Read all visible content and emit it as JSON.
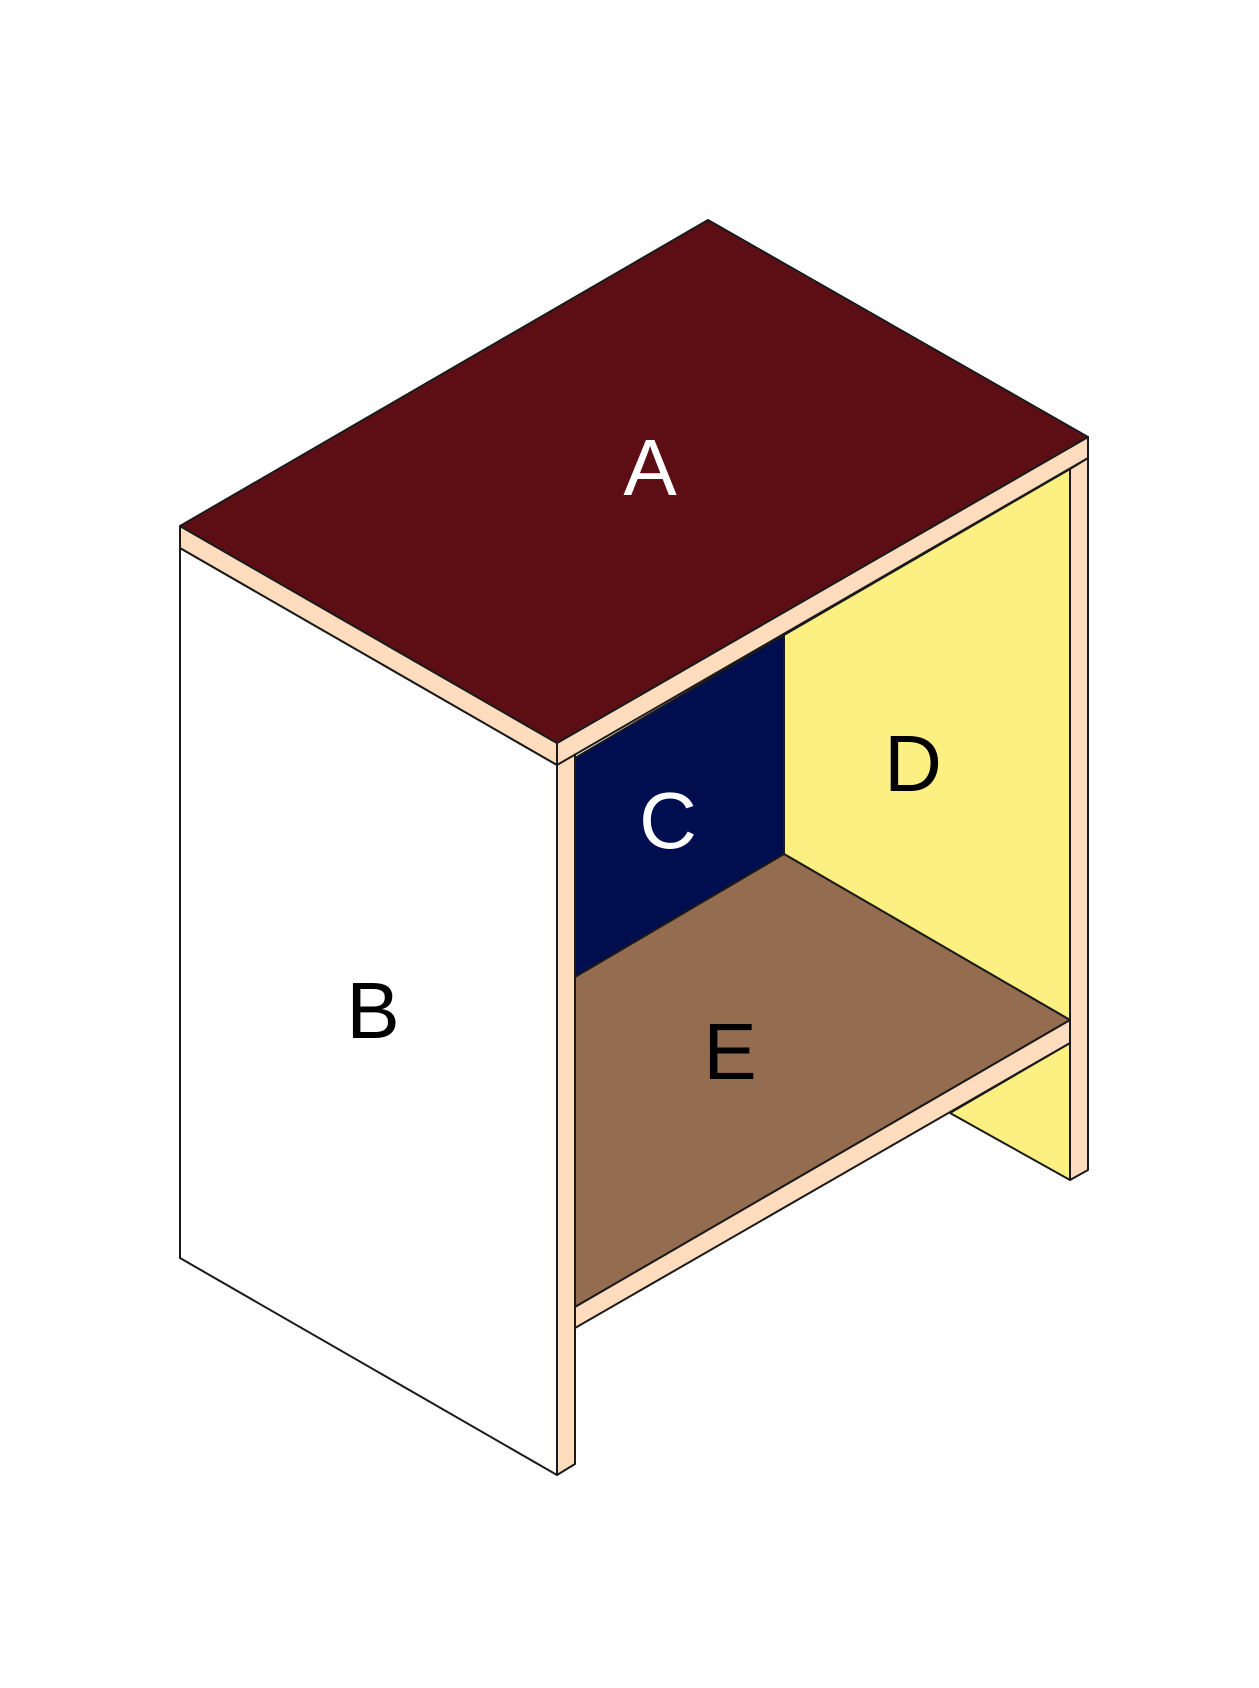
{
  "panels": [
    {
      "id": "A",
      "label": "A",
      "fill": "#5c0e14",
      "label_color": "#ffffff"
    },
    {
      "id": "B",
      "label": "B",
      "fill": "#ffffff",
      "label_color": "#000000"
    },
    {
      "id": "C",
      "label": "C",
      "fill": "#000e50",
      "label_color": "#ffffff"
    },
    {
      "id": "D",
      "label": "D",
      "fill": "#fbf081",
      "label_color": "#000000"
    },
    {
      "id": "E",
      "label": "E",
      "fill": "#946c50",
      "label_color": "#000000"
    }
  ],
  "edge_color": "#ffdcbd",
  "outline_color": "#1a1a1a"
}
